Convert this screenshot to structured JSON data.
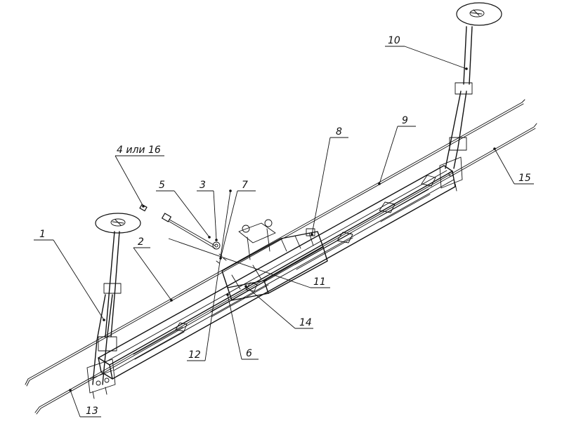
{
  "callouts": {
    "c1": "1",
    "c2": "2",
    "c3": "3",
    "c4": "4 или 16",
    "c5": "5",
    "c6": "6",
    "c7": "7",
    "c8": "8",
    "c9": "9",
    "c10": "10",
    "c11": "11",
    "c12": "12",
    "c13": "13",
    "c14": "14",
    "c15": "15"
  }
}
